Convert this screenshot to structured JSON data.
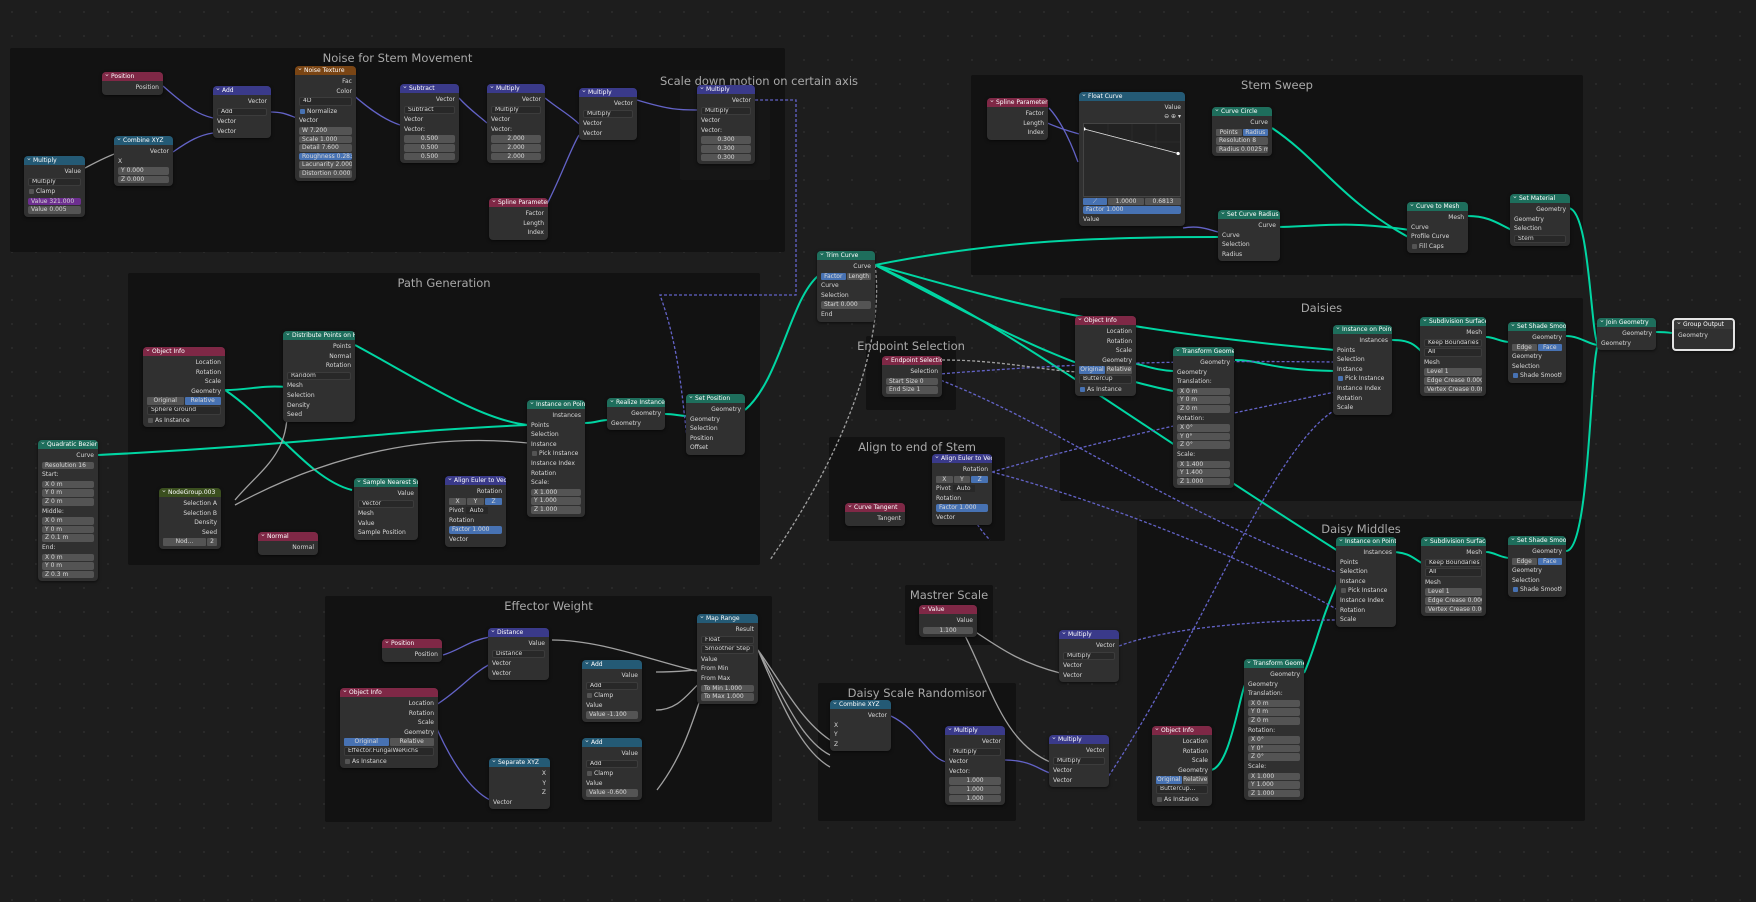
{
  "frames": {
    "noise": "Noise for Stem Movement",
    "scale_down": "Scale down motion on certain axis",
    "path": "Path Generation",
    "effector": "Effector Weight",
    "endpoint": "Endpoint Selection",
    "align": "Align to end of Stem",
    "master": "Mastrer Scale",
    "daisy_scale": "Daisy Scale Randomisor",
    "stem_sweep": "Stem Sweep",
    "daisies": "Daisies",
    "middles": "Daisy Middles"
  },
  "nodes": {
    "multiply1": {
      "title": "Multiply",
      "out": "Value",
      "mode": "Multiply",
      "clamp": "Clamp",
      "v1": "Value    321.000",
      "v2": "Value    0.005"
    },
    "position1": {
      "title": "Position",
      "out": "Position"
    },
    "combine1": {
      "title": "Combine XYZ",
      "out": "Vector",
      "x": "X",
      "y": "Y         0.000",
      "z": "Z         0.000"
    },
    "add1": {
      "title": "Add",
      "out": "Vector",
      "mode": "Add",
      "v1": "Vector",
      "v2": "Vector"
    },
    "noise": {
      "title": "Noise Texture",
      "fac": "Fac",
      "color": "Color",
      "dim": "4D",
      "normalize": "Normalize",
      "vector": "Vector",
      "w": "W         7.200",
      "scale": "Scale     1.000",
      "detail": "Detail    7.600",
      "rough": "Roughness  0.283",
      "lacun": "Lacunarity  2.000",
      "distort": "Distortion  0.000"
    },
    "subtract": {
      "title": "Subtract",
      "out": "Vector",
      "mode": "Subtract",
      "vector": "Vector",
      "vlabel": "Vector:",
      "a": "0.500",
      "b": "0.500",
      "c": "0.500"
    },
    "multiply2": {
      "title": "Multiply",
      "out": "Vector",
      "mode": "Multiply",
      "vector": "Vector",
      "vlabel": "Vector:",
      "a": "2.000",
      "b": "2.000",
      "c": "2.000"
    },
    "multiply3": {
      "title": "Multiply",
      "out": "Vector",
      "mode": "Multiply",
      "v1": "Vector",
      "v2": "Vector"
    },
    "multiply4": {
      "title": "Multiply",
      "out": "Vector",
      "mode": "Multiply",
      "vector": "Vector",
      "vlabel": "Vector:",
      "a": "0.300",
      "b": "0.300",
      "c": "0.300"
    },
    "spline1": {
      "title": "Spline Parameter",
      "f": "Factor",
      "l": "Length",
      "i": "Index"
    },
    "objinfo1": {
      "title": "Object Info",
      "loc": "Location",
      "rot": "Rotation",
      "scale": "Scale",
      "geo": "Geometry",
      "orig": "Original",
      "rel": "Relative",
      "obj": "Sphere Ground",
      "asinst": "As Instance"
    },
    "distribute": {
      "title": "Distribute Points on Faces",
      "points": "Points",
      "normal": "Normal",
      "rotation": "Rotation",
      "mode": "Random",
      "mesh": "Mesh",
      "sel": "Selection",
      "density": "Density",
      "seed": "Seed"
    },
    "nodegroup": {
      "title": "NodeGroup.003",
      "a": "Selection A",
      "b": "Selection B",
      "density": "Density",
      "seed": "Seed",
      "name": "Nod...",
      "num": "2"
    },
    "sample": {
      "title": "Sample Nearest Surfa...",
      "out": "Value",
      "mode": "Vector",
      "mesh": "Mesh",
      "value": "Value",
      "samplepos": "Sample Position"
    },
    "normal": {
      "title": "Normal",
      "out": "Normal"
    },
    "align1": {
      "title": "Align Euler to Vector",
      "out": "Rotation",
      "x": "X",
      "y": "Y",
      "z": "Z",
      "pivot": "Pivot",
      "auto": "Auto",
      "rotation": "Rotation",
      "factor": "Factor    1.000",
      "vector": "Vector"
    },
    "instance1": {
      "title": "Instance on Points",
      "out": "Instances",
      "points": "Points",
      "sel": "Selection",
      "inst": "Instance",
      "pick": "Pick Instance",
      "idx": "Instance Index",
      "rotation": "Rotation",
      "scale": "Scale:",
      "x": "X      1.000",
      "y": "Y      1.000",
      "z": "Z      1.000"
    },
    "realize": {
      "title": "Realize Instances",
      "out": "Geometry",
      "geo": "Geometry"
    },
    "setpos": {
      "title": "Set Position",
      "out": "Geometry",
      "geo": "Geometry",
      "sel": "Selection",
      "pos": "Position",
      "offset": "Offset"
    },
    "bezier": {
      "title": "Quadratic Bezier",
      "out": "Curve",
      "res": "Resolution   16",
      "start": "Start:",
      "sx": "X         0 m",
      "sy": "Y         0 m",
      "sz": "Z         0 m",
      "middle": "Middle:",
      "mx": "X         0 m",
      "my": "Y         0 m",
      "mz": "Z       0.1 m",
      "end": "End:",
      "ex": "X         0 m",
      "ey": "Y         0 m",
      "ez": "Z       0.3 m"
    },
    "trim": {
      "title": "Trim Curve",
      "out": "Curve",
      "factor": "Factor",
      "length": "Length",
      "curve": "Curve",
      "sel": "Selection",
      "start": "Start    0.000",
      "end": "End"
    },
    "endsel": {
      "title": "Endpoint Selection",
      "out": "Selection",
      "start": "Start Size     0",
      "end": "End Size      1"
    },
    "curvetan": {
      "title": "Curve Tangent",
      "out": "Tangent"
    },
    "align2": {
      "title": "Align Euler to Vector",
      "out": "Rotation",
      "x": "X",
      "y": "Y",
      "z": "Z",
      "pivot": "Pivot",
      "auto": "Auto",
      "rotation": "Rotation",
      "factor": "Factor    1.000",
      "vector": "Vector"
    },
    "position2": {
      "title": "Position",
      "out": "Position"
    },
    "distance": {
      "title": "Distance",
      "out": "Value",
      "mode": "Distance",
      "v1": "Vector",
      "v2": "Vector"
    },
    "objinfo2": {
      "title": "Object Info",
      "loc": "Location",
      "rot": "Rotation",
      "scale": "Scale",
      "geo": "Geometry",
      "orig": "Original",
      "rel": "Relative",
      "obj": "Effector.FungalWeRichs",
      "asinst": "As Instance"
    },
    "add2": {
      "title": "Add",
      "out": "Value",
      "mode": "Add",
      "clamp": "Clamp",
      "value": "Value",
      "v2": "Value    -1.100"
    },
    "add3": {
      "title": "Add",
      "out": "Value",
      "mode": "Add",
      "clamp": "Clamp",
      "value": "Value",
      "v2": "Value    -0.600"
    },
    "separate": {
      "title": "Separate XYZ",
      "x": "X",
      "y": "Y",
      "z": "Z",
      "vector": "Vector"
    },
    "maprange": {
      "title": "Map Range",
      "out": "Result",
      "type": "Float",
      "interp": "Smoother Step",
      "value": "Value",
      "fmin": "From Min",
      "fmax": "From Max",
      "tmin": "To Min     1.000",
      "tmax": "To Max     1.000"
    },
    "master": {
      "title": "Value",
      "out": "Value",
      "val": "1.100"
    },
    "combine2": {
      "title": "Combine XYZ",
      "out": "Vector",
      "x": "X",
      "y": "Y",
      "z": "Z"
    },
    "multiply5": {
      "title": "Multiply",
      "out": "Vector",
      "mode": "Multiply",
      "vector": "Vector",
      "vlabel": "Vector:",
      "a": "1.000",
      "b": "1.000",
      "c": "1.000"
    },
    "multiply6": {
      "title": "Multiply",
      "out": "Vector",
      "mode": "Multiply",
      "v1": "Vector",
      "v2": "Vector"
    },
    "multiply7": {
      "title": "Multiply",
      "out": "Vector",
      "mode": "Multiply",
      "v1": "Vector",
      "v2": "Vector"
    },
    "spline2": {
      "title": "Spline Parameter",
      "f": "Factor",
      "l": "Length",
      "i": "Index"
    },
    "floatcurve": {
      "title": "Float Curve",
      "out": "Value",
      "factor": "Factor    1.000",
      "value": "Value",
      "c1": "1.0000",
      "c2": "0.6813"
    },
    "curvecircle": {
      "title": "Curve Circle",
      "out": "Curve",
      "points": "Points",
      "radius": "Radius",
      "res": "Resolution    8",
      "rad": "Radius  0.0025 m"
    },
    "setradius": {
      "title": "Set Curve Radius",
      "out": "Curve",
      "curve": "Curve",
      "sel": "Selection",
      "radius": "Radius"
    },
    "curvetomesh": {
      "title": "Curve to Mesh",
      "out": "Mesh",
      "curve": "Curve",
      "profile": "Profile Curve",
      "fill": "Fill Caps"
    },
    "setmat": {
      "title": "Set Material",
      "out": "Geometry",
      "geo": "Geometry",
      "sel": "Selection",
      "mat": "Stem"
    },
    "objinfo3": {
      "title": "Object Info",
      "loc": "Location",
      "rot": "Rotation",
      "scale": "Scale",
      "geo": "Geometry",
      "orig": "Original",
      "rel": "Relative",
      "obj": "Buttercup",
      "asinst": "As Instance"
    },
    "transform1": {
      "title": "Transform Geometry",
      "out": "Geometry",
      "geo": "Geometry",
      "trans": "Translation:",
      "tx": "X        0 m",
      "ty": "Y        0 m",
      "tz": "Z        0 m",
      "rot": "Rotation:",
      "rx": "X         0°",
      "ry": "Y         0°",
      "rz": "Z         0°",
      "sc": "Scale:",
      "sx": "X     1.400",
      "sy": "Y     1.400",
      "sz": "Z     1.000"
    },
    "instance2": {
      "title": "Instance on Points",
      "out": "Instances",
      "points": "Points",
      "sel": "Selection",
      "inst": "Instance",
      "pick": "Pick Instance",
      "idx": "Instance Index",
      "rotation": "Rotation",
      "scale": "Scale"
    },
    "subdiv1": {
      "title": "Subdivision Surface",
      "out": "Mesh",
      "keep": "Keep Boundaries",
      "all": "All",
      "mesh": "Mesh",
      "level": "Level          1",
      "edge": "Edge Crease  0.000",
      "vert": "Vertex Crease  0.000"
    },
    "smooth1": {
      "title": "Set Shade Smooth",
      "out": "Geometry",
      "edge": "Edge",
      "face": "Face",
      "geo": "Geometry",
      "sel": "Selection",
      "shade": "Shade Smooth"
    },
    "join": {
      "title": "Join Geometry",
      "out": "Geometry",
      "geo": "Geometry"
    },
    "groupout": {
      "title": "Group Output",
      "geo": "Geometry"
    },
    "instance3": {
      "title": "Instance on Points",
      "out": "Instances",
      "points": "Points",
      "sel": "Selection",
      "inst": "Instance",
      "pick": "Pick Instance",
      "idx": "Instance Index",
      "rotation": "Rotation",
      "scale": "Scale"
    },
    "subdiv2": {
      "title": "Subdivision Surface",
      "out": "Mesh",
      "keep": "Keep Boundaries",
      "all": "All",
      "mesh": "Mesh",
      "level": "Level          1",
      "edge": "Edge Crease  0.000",
      "vert": "Vertex Crease  0.000"
    },
    "smooth2": {
      "title": "Set Shade Smooth",
      "out": "Geometry",
      "edge": "Edge",
      "face": "Face",
      "geo": "Geometry",
      "sel": "Selection",
      "shade": "Shade Smooth"
    },
    "transform2": {
      "title": "Transform Geometry",
      "out": "Geometry",
      "geo": "Geometry",
      "trans": "Translation:",
      "tx": "X        0 m",
      "ty": "Y        0 m",
      "tz": "Z        0 m",
      "rot": "Rotation:",
      "rx": "X         0°",
      "ry": "Y         0°",
      "rz": "Z         0°",
      "sc": "Scale:",
      "sx": "X     1.000",
      "sy": "Y     1.000",
      "sz": "Z     1.000"
    },
    "objinfo4": {
      "title": "Object Info",
      "loc": "Location",
      "rot": "Rotation",
      "scale": "Scale",
      "geo": "Geometry",
      "orig": "Original",
      "rel": "Relative",
      "obj": "Buttercup...",
      "asinst": "As Instance"
    }
  },
  "colors": {
    "geometry_wire": "#00d6a3",
    "vector_wire": "#6363c7",
    "value_wire": "#a1a1a1",
    "frame": "#121212",
    "background": "#1d1d1d"
  }
}
